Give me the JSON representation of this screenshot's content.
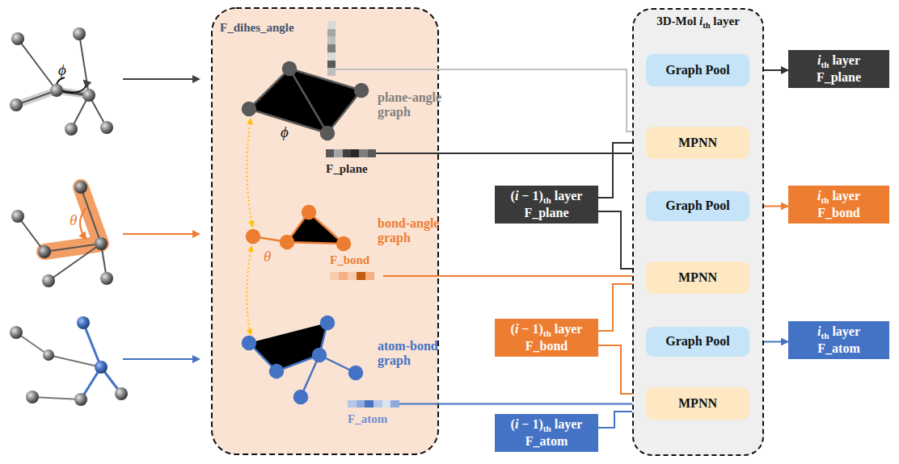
{
  "diagram": {
    "nodes": [
      {
        "text": [
          "F_dihes_angle"
        ]
      },
      {
        "text": [
          "F_plane"
        ]
      },
      {
        "text": [
          "F_bond"
        ]
      },
      {
        "text": [
          "F_atom"
        ]
      },
      {
        "text": [
          "3D-Mol ith layer"
        ]
      },
      {
        "text": [
          "Graph Pool"
        ],
        "in": 4
      },
      {
        "text": [
          "MPNN"
        ],
        "in": 4
      },
      {
        "text": [
          "Graph Pool"
        ],
        "in": 4
      },
      {
        "text": [
          "MPNN"
        ],
        "in": 4
      },
      {
        "text": [
          "Graph Pool"
        ],
        "in": 4
      },
      {
        "text": [
          "MPNN"
        ],
        "in": 4
      },
      {
        "text": [
          "(i − 1)th layer F_plane"
        ]
      },
      {
        "text": [
          "(i − 1)th layer F_bond"
        ]
      },
      {
        "text": [
          "(i − 1)th layer F_atom"
        ]
      },
      {
        "text": [
          "ith layer F_plane"
        ]
      },
      {
        "text": [
          "ith layer F_bond"
        ]
      },
      {
        "text": [
          "ith layer F_atom"
        ]
      }
    ],
    "edges": [
      {
        "from": 0,
        "to": 6,
        "arrow": "to"
      },
      {
        "from": 1,
        "to": 6,
        "arrow": "to"
      },
      {
        "from": 11,
        "to": 6,
        "arrow": "to"
      },
      {
        "from": 11,
        "to": 8,
        "arrow": "to"
      },
      {
        "from": 2,
        "to": 8,
        "arrow": "to"
      },
      {
        "from": 12,
        "to": 8,
        "arrow": "to"
      },
      {
        "from": 12,
        "to": 10,
        "arrow": "to"
      },
      {
        "from": 3,
        "to": 10,
        "arrow": "to"
      },
      {
        "from": 13,
        "to": 10,
        "arrow": "to"
      },
      {
        "from": 10,
        "to": 9,
        "arrow": "to"
      },
      {
        "from": 9,
        "to": 8,
        "arrow": "to"
      },
      {
        "from": 8,
        "to": 7,
        "arrow": "to"
      },
      {
        "from": 7,
        "to": 6,
        "arrow": "to"
      },
      {
        "from": 6,
        "to": 5,
        "arrow": "to"
      },
      {
        "from": 5,
        "to": 14,
        "arrow": "to"
      },
      {
        "from": 7,
        "to": 15,
        "arrow": "to"
      },
      {
        "from": 9,
        "to": 16,
        "arrow": "to"
      }
    ],
    "labels": [
      "plane-angle graph",
      "bond-angle graph",
      "atom-bond graph",
      "ϕ",
      "ϕ",
      "θ",
      "θ"
    ]
  }
}
